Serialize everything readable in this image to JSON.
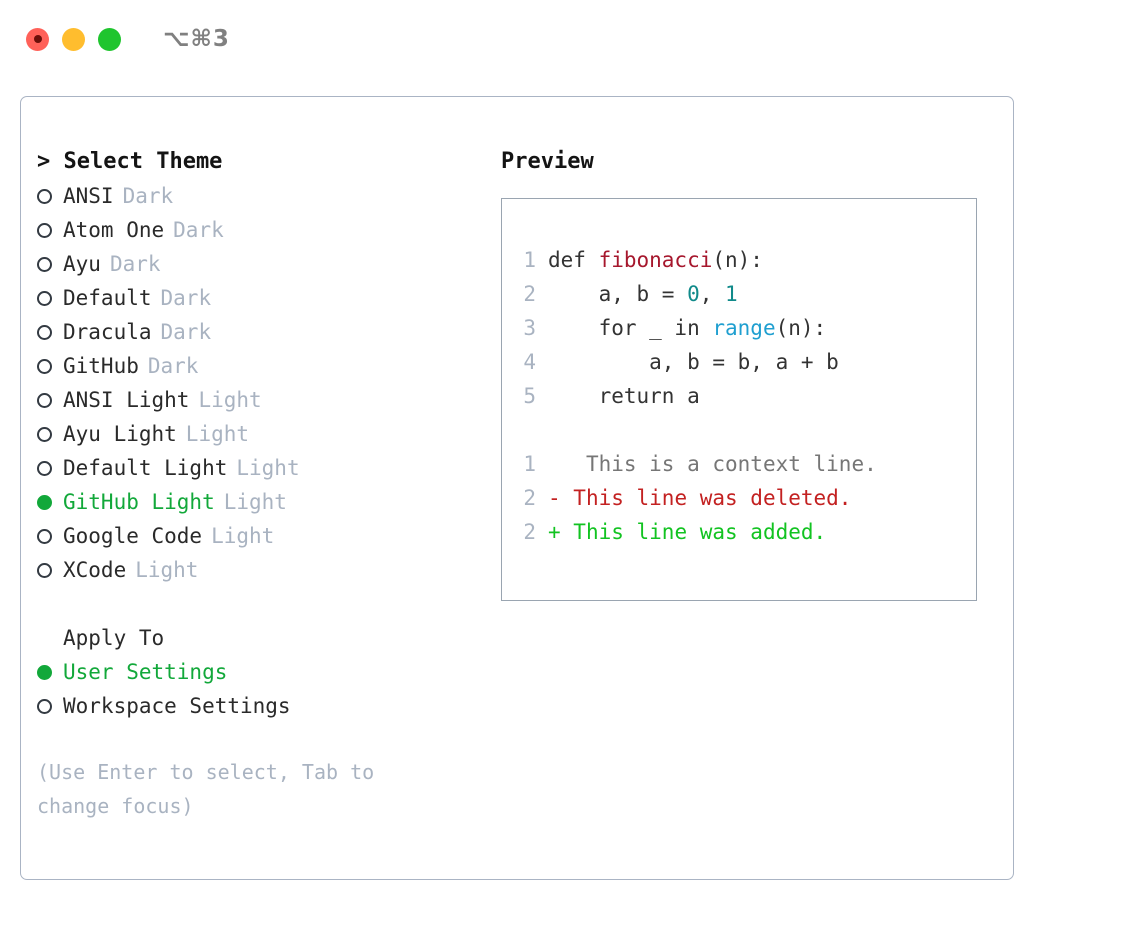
{
  "titlebar": {
    "shortcut": "⌥⌘3",
    "lights": [
      {
        "name": "close",
        "color": "#ff6159"
      },
      {
        "name": "minimize",
        "color": "#ffbd2e"
      },
      {
        "name": "maximize",
        "color": "#1fc52e"
      }
    ]
  },
  "theme_panel": {
    "header": "> Select Theme",
    "options": [
      {
        "label": "ANSI",
        "tag": "Dark",
        "selected": false
      },
      {
        "label": "Atom One",
        "tag": "Dark",
        "selected": false
      },
      {
        "label": "Ayu",
        "tag": "Dark",
        "selected": false
      },
      {
        "label": "Default",
        "tag": "Dark",
        "selected": false
      },
      {
        "label": "Dracula",
        "tag": "Dark",
        "selected": false
      },
      {
        "label": "GitHub",
        "tag": "Dark",
        "selected": false
      },
      {
        "label": "ANSI Light",
        "tag": "Light",
        "selected": false
      },
      {
        "label": "Ayu Light",
        "tag": "Light",
        "selected": false
      },
      {
        "label": "Default Light",
        "tag": "Light",
        "selected": false
      },
      {
        "label": "GitHub Light",
        "tag": "Light",
        "selected": true
      },
      {
        "label": "Google Code",
        "tag": "Light",
        "selected": false
      },
      {
        "label": "XCode",
        "tag": "Light",
        "selected": false
      }
    ]
  },
  "apply_to": {
    "header": "Apply To",
    "options": [
      {
        "label": "User Settings",
        "selected": true
      },
      {
        "label": "Workspace Settings",
        "selected": false
      }
    ]
  },
  "hint": "(Use Enter to select, Tab to change focus)",
  "preview": {
    "title": "Preview",
    "code_lines": [
      {
        "number": "1",
        "tokens": [
          {
            "text": "def ",
            "kind": "plain"
          },
          {
            "text": "fibonacci",
            "kind": "fn"
          },
          {
            "text": "(n):",
            "kind": "plain"
          }
        ]
      },
      {
        "number": "2",
        "tokens": [
          {
            "text": "    a, b = ",
            "kind": "plain"
          },
          {
            "text": "0",
            "kind": "num"
          },
          {
            "text": ", ",
            "kind": "plain"
          },
          {
            "text": "1",
            "kind": "num"
          }
        ]
      },
      {
        "number": "3",
        "tokens": [
          {
            "text": "    for _ in ",
            "kind": "plain"
          },
          {
            "text": "range",
            "kind": "builtin"
          },
          {
            "text": "(n):",
            "kind": "plain"
          }
        ]
      },
      {
        "number": "4",
        "tokens": [
          {
            "text": "        a, b = b, a + b",
            "kind": "plain"
          }
        ]
      },
      {
        "number": "5",
        "tokens": [
          {
            "text": "    return a",
            "kind": "plain"
          }
        ]
      }
    ],
    "diff_lines": [
      {
        "number": "1",
        "marker": " ",
        "text": "  This is a context line.",
        "kind": "context"
      },
      {
        "number": "2",
        "marker": "-",
        "text": " This line was deleted.",
        "kind": "deleted"
      },
      {
        "number": "2",
        "marker": "+",
        "text": " This line was added.",
        "kind": "added"
      }
    ]
  },
  "colors": {
    "accent_green": "#12a83a",
    "muted": "#a9b3c1",
    "border": "#aab4c4",
    "preview_border": "#9aa5b1",
    "fn_red": "#a6172d",
    "num_teal": "#108a8a",
    "builtin_blue": "#1f9fd0",
    "diff_delete": "#c32121",
    "diff_add": "#12c321",
    "diff_context": "#767676"
  }
}
